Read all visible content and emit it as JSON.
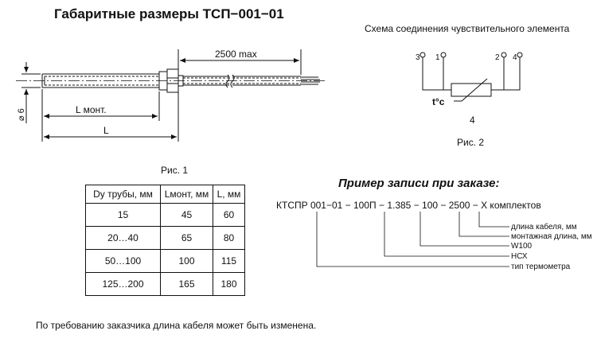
{
  "title": "Габаритные размеры ТСП−001−01",
  "fig1": {
    "dim_cable": "2500 max",
    "dim_diameter": "⌀ 6",
    "dim_lmount": "L монт.",
    "dim_l": "L",
    "caption": "Рис. 1"
  },
  "fig2": {
    "title": "Схема соединения чувствительного элемента",
    "terminals": [
      "3",
      "1",
      "2",
      "4"
    ],
    "temp_label": "t°c",
    "element_label": "4",
    "caption": "Рис. 2"
  },
  "table": {
    "headers": [
      "Dy трубы, мм",
      "Lмонт, мм",
      "L, мм"
    ],
    "rows": [
      [
        "15",
        "45",
        "60"
      ],
      [
        "20…40",
        "65",
        "80"
      ],
      [
        "50…100",
        "100",
        "115"
      ],
      [
        "125…200",
        "165",
        "180"
      ]
    ]
  },
  "order": {
    "title": "Пример записи при заказе:",
    "example": "КТСПР 001−01 − 100П − 1.385 − 100 − 2500 − Х комплектов",
    "legend": [
      "длина кабеля, мм",
      "монтажная длина, мм",
      "W100",
      "НСХ",
      "тип термометра"
    ]
  },
  "footer": "По требованию заказчика длина кабеля может быть изменена."
}
